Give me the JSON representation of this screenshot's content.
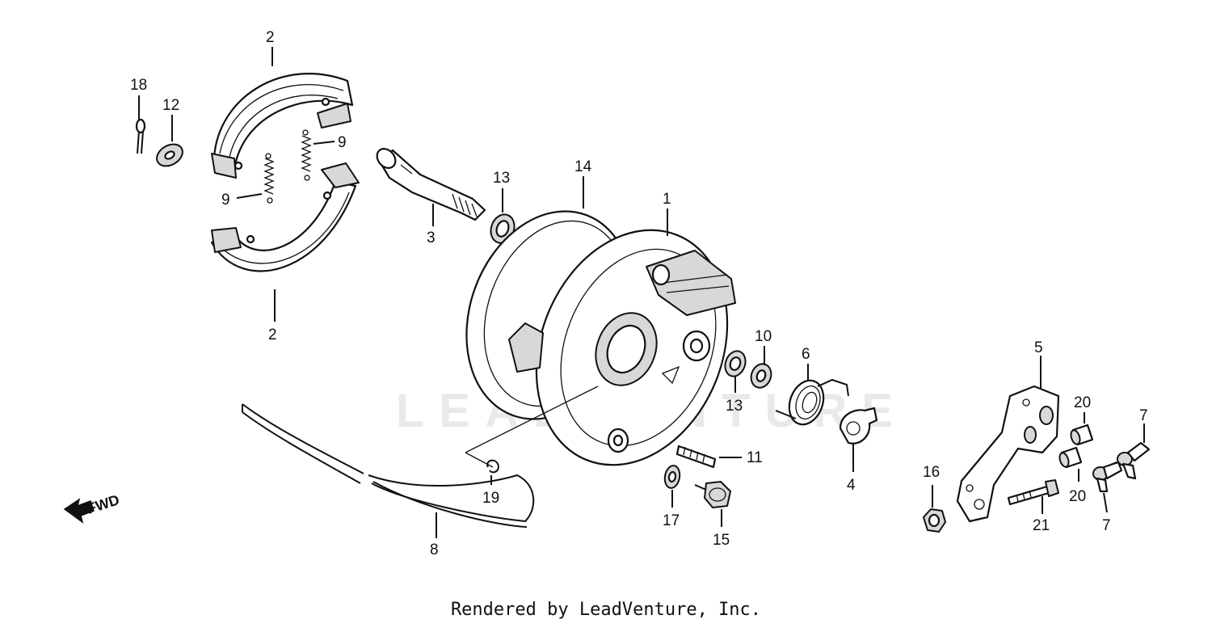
{
  "watermark": "LEADVENTURE",
  "footer": {
    "credit": "Rendered by LeadVenture, Inc."
  },
  "fwd_label": "FWD",
  "callouts": {
    "c1": "1",
    "c2a": "2",
    "c2b": "2",
    "c3": "3",
    "c4": "4",
    "c5": "5",
    "c6": "6",
    "c7a": "7",
    "c7b": "7",
    "c8": "8",
    "c9a": "9",
    "c9b": "9",
    "c10": "10",
    "c11": "11",
    "c12": "12",
    "c13a": "13",
    "c13b": "13",
    "c14": "14",
    "c15": "15",
    "c16": "16",
    "c17": "17",
    "c18": "18",
    "c19": "19",
    "c20a": "20",
    "c20b": "20",
    "c21": "21"
  }
}
